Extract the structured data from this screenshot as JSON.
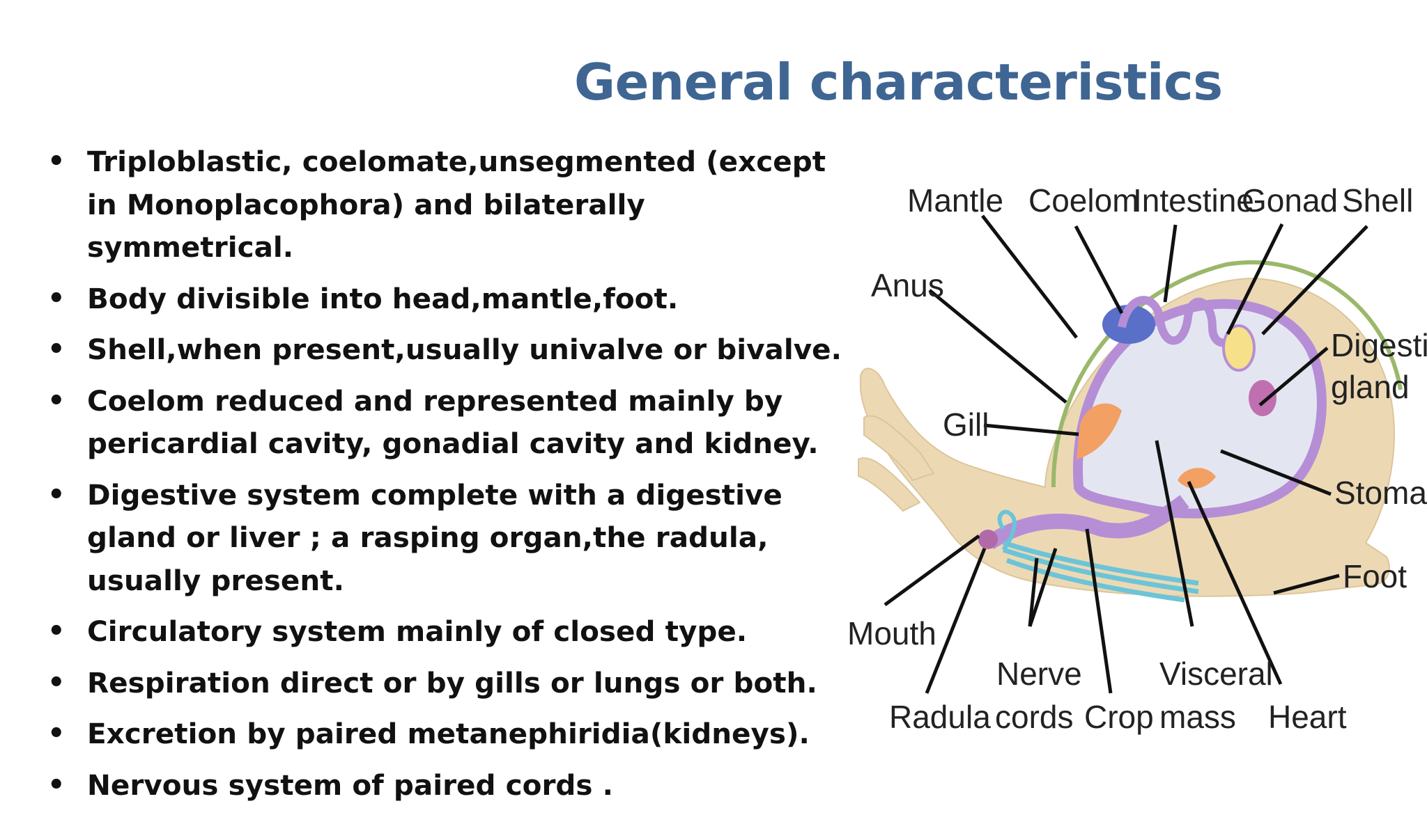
{
  "slide": {
    "title": "General characteristics",
    "bullets": [
      [
        "Triploblastic, coelomate,unsegmented (except",
        "in Monoplacophora) and bilaterally",
        "symmetrical."
      ],
      [
        "Body divisible into head,mantle,foot."
      ],
      [
        "Shell,when present,usually univalve or bivalve."
      ],
      [
        "Coelom reduced and represented mainly by",
        "pericardial cavity, gonadial cavity and kidney."
      ],
      [
        " Digestive system complete with a digestive",
        "gland or liver ; a rasping organ,the radula,",
        "usually present."
      ],
      [
        " Circulatory system mainly of closed type."
      ],
      [
        " Respiration direct or by gills or lungs or both."
      ],
      [
        "Excretion by paired metanephiridia(kidneys)."
      ],
      [
        "Nervous system of paired cords ."
      ]
    ],
    "bullet_glyph": "•"
  },
  "diagram": {
    "labels": {
      "mantle": "Mantle",
      "coelom": "Coelom",
      "intestine": "Intestine",
      "gonad": "Gonad",
      "shell": "Shell",
      "anus": "Anus",
      "digestive_gland_1": "Digestive",
      "digestive_gland_2": "gland",
      "gill": "Gill",
      "stomach": "Stomach",
      "foot": "Foot",
      "mouth": "Mouth",
      "nerve_cords_1": "Nerve",
      "nerve_cords_2": "cords",
      "visceral_mass_1": "Visceral",
      "visceral_mass_2": "mass",
      "radula": "Radula",
      "crop": "Crop",
      "heart": "Heart"
    },
    "colors": {
      "body": "#ecd9b4",
      "shell_line": "#9bb86a",
      "organ_purple": "#b58ed6",
      "gonad_yellow": "#f7e08a",
      "gill_orange": "#f3a064",
      "nerve_blue": "#6cc4d8",
      "coelom_blue": "#5a6fc8"
    }
  },
  "theme": {
    "title_color": "#3f6593",
    "text_color": "#111111"
  }
}
